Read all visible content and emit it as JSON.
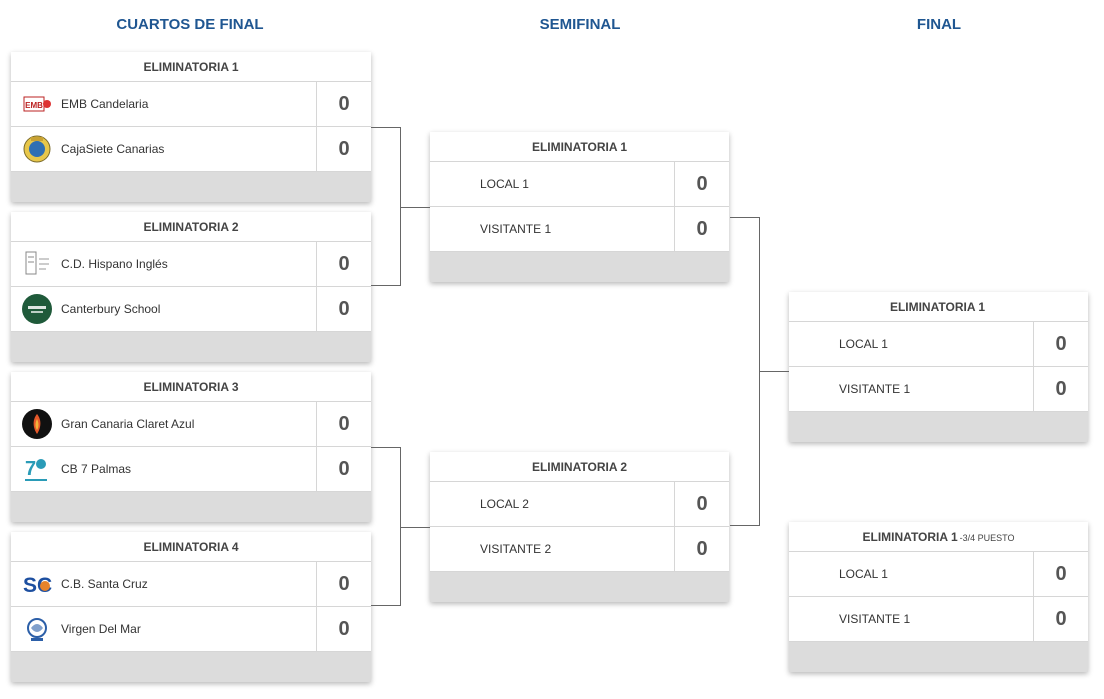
{
  "rounds": {
    "quarters": "CUARTOS DE FINAL",
    "semis": "SEMIFINAL",
    "final": "FINAL"
  },
  "quarters": [
    {
      "title": "ELIMINATORIA 1",
      "teams": [
        {
          "name": "EMB Candelaria",
          "score": "0",
          "logo": "emb-candelaria-logo"
        },
        {
          "name": "CajaSiete Canarias",
          "score": "0",
          "logo": "cajasiete-canarias-logo"
        }
      ]
    },
    {
      "title": "ELIMINATORIA 2",
      "teams": [
        {
          "name": "C.D. Hispano Inglés",
          "score": "0",
          "logo": "hispano-ingles-logo"
        },
        {
          "name": "Canterbury School",
          "score": "0",
          "logo": "canterbury-school-logo"
        }
      ]
    },
    {
      "title": "ELIMINATORIA 3",
      "teams": [
        {
          "name": "Gran Canaria Claret Azul",
          "score": "0",
          "logo": "claret-azul-logo"
        },
        {
          "name": "CB 7 Palmas",
          "score": "0",
          "logo": "cb-7-palmas-logo"
        }
      ]
    },
    {
      "title": "ELIMINATORIA 4",
      "teams": [
        {
          "name": "C.B. Santa Cruz",
          "score": "0",
          "logo": "cb-santa-cruz-logo"
        },
        {
          "name": "Virgen Del Mar",
          "score": "0",
          "logo": "virgen-del-mar-logo"
        }
      ]
    }
  ],
  "semis": [
    {
      "title": "ELIMINATORIA 1",
      "teams": [
        {
          "name": "LOCAL 1",
          "score": "0"
        },
        {
          "name": "VISITANTE 1",
          "score": "0"
        }
      ]
    },
    {
      "title": "ELIMINATORIA 2",
      "teams": [
        {
          "name": "LOCAL 2",
          "score": "0"
        },
        {
          "name": "VISITANTE 2",
          "score": "0"
        }
      ]
    }
  ],
  "final": [
    {
      "title": "ELIMINATORIA 1",
      "suffix": "",
      "teams": [
        {
          "name": "LOCAL 1",
          "score": "0"
        },
        {
          "name": "VISITANTE 1",
          "score": "0"
        }
      ]
    },
    {
      "title": "ELIMINATORIA 1",
      "suffix": "-3/4 PUESTO",
      "teams": [
        {
          "name": "LOCAL 1",
          "score": "0"
        },
        {
          "name": "VISITANTE 1",
          "score": "0"
        }
      ]
    }
  ]
}
